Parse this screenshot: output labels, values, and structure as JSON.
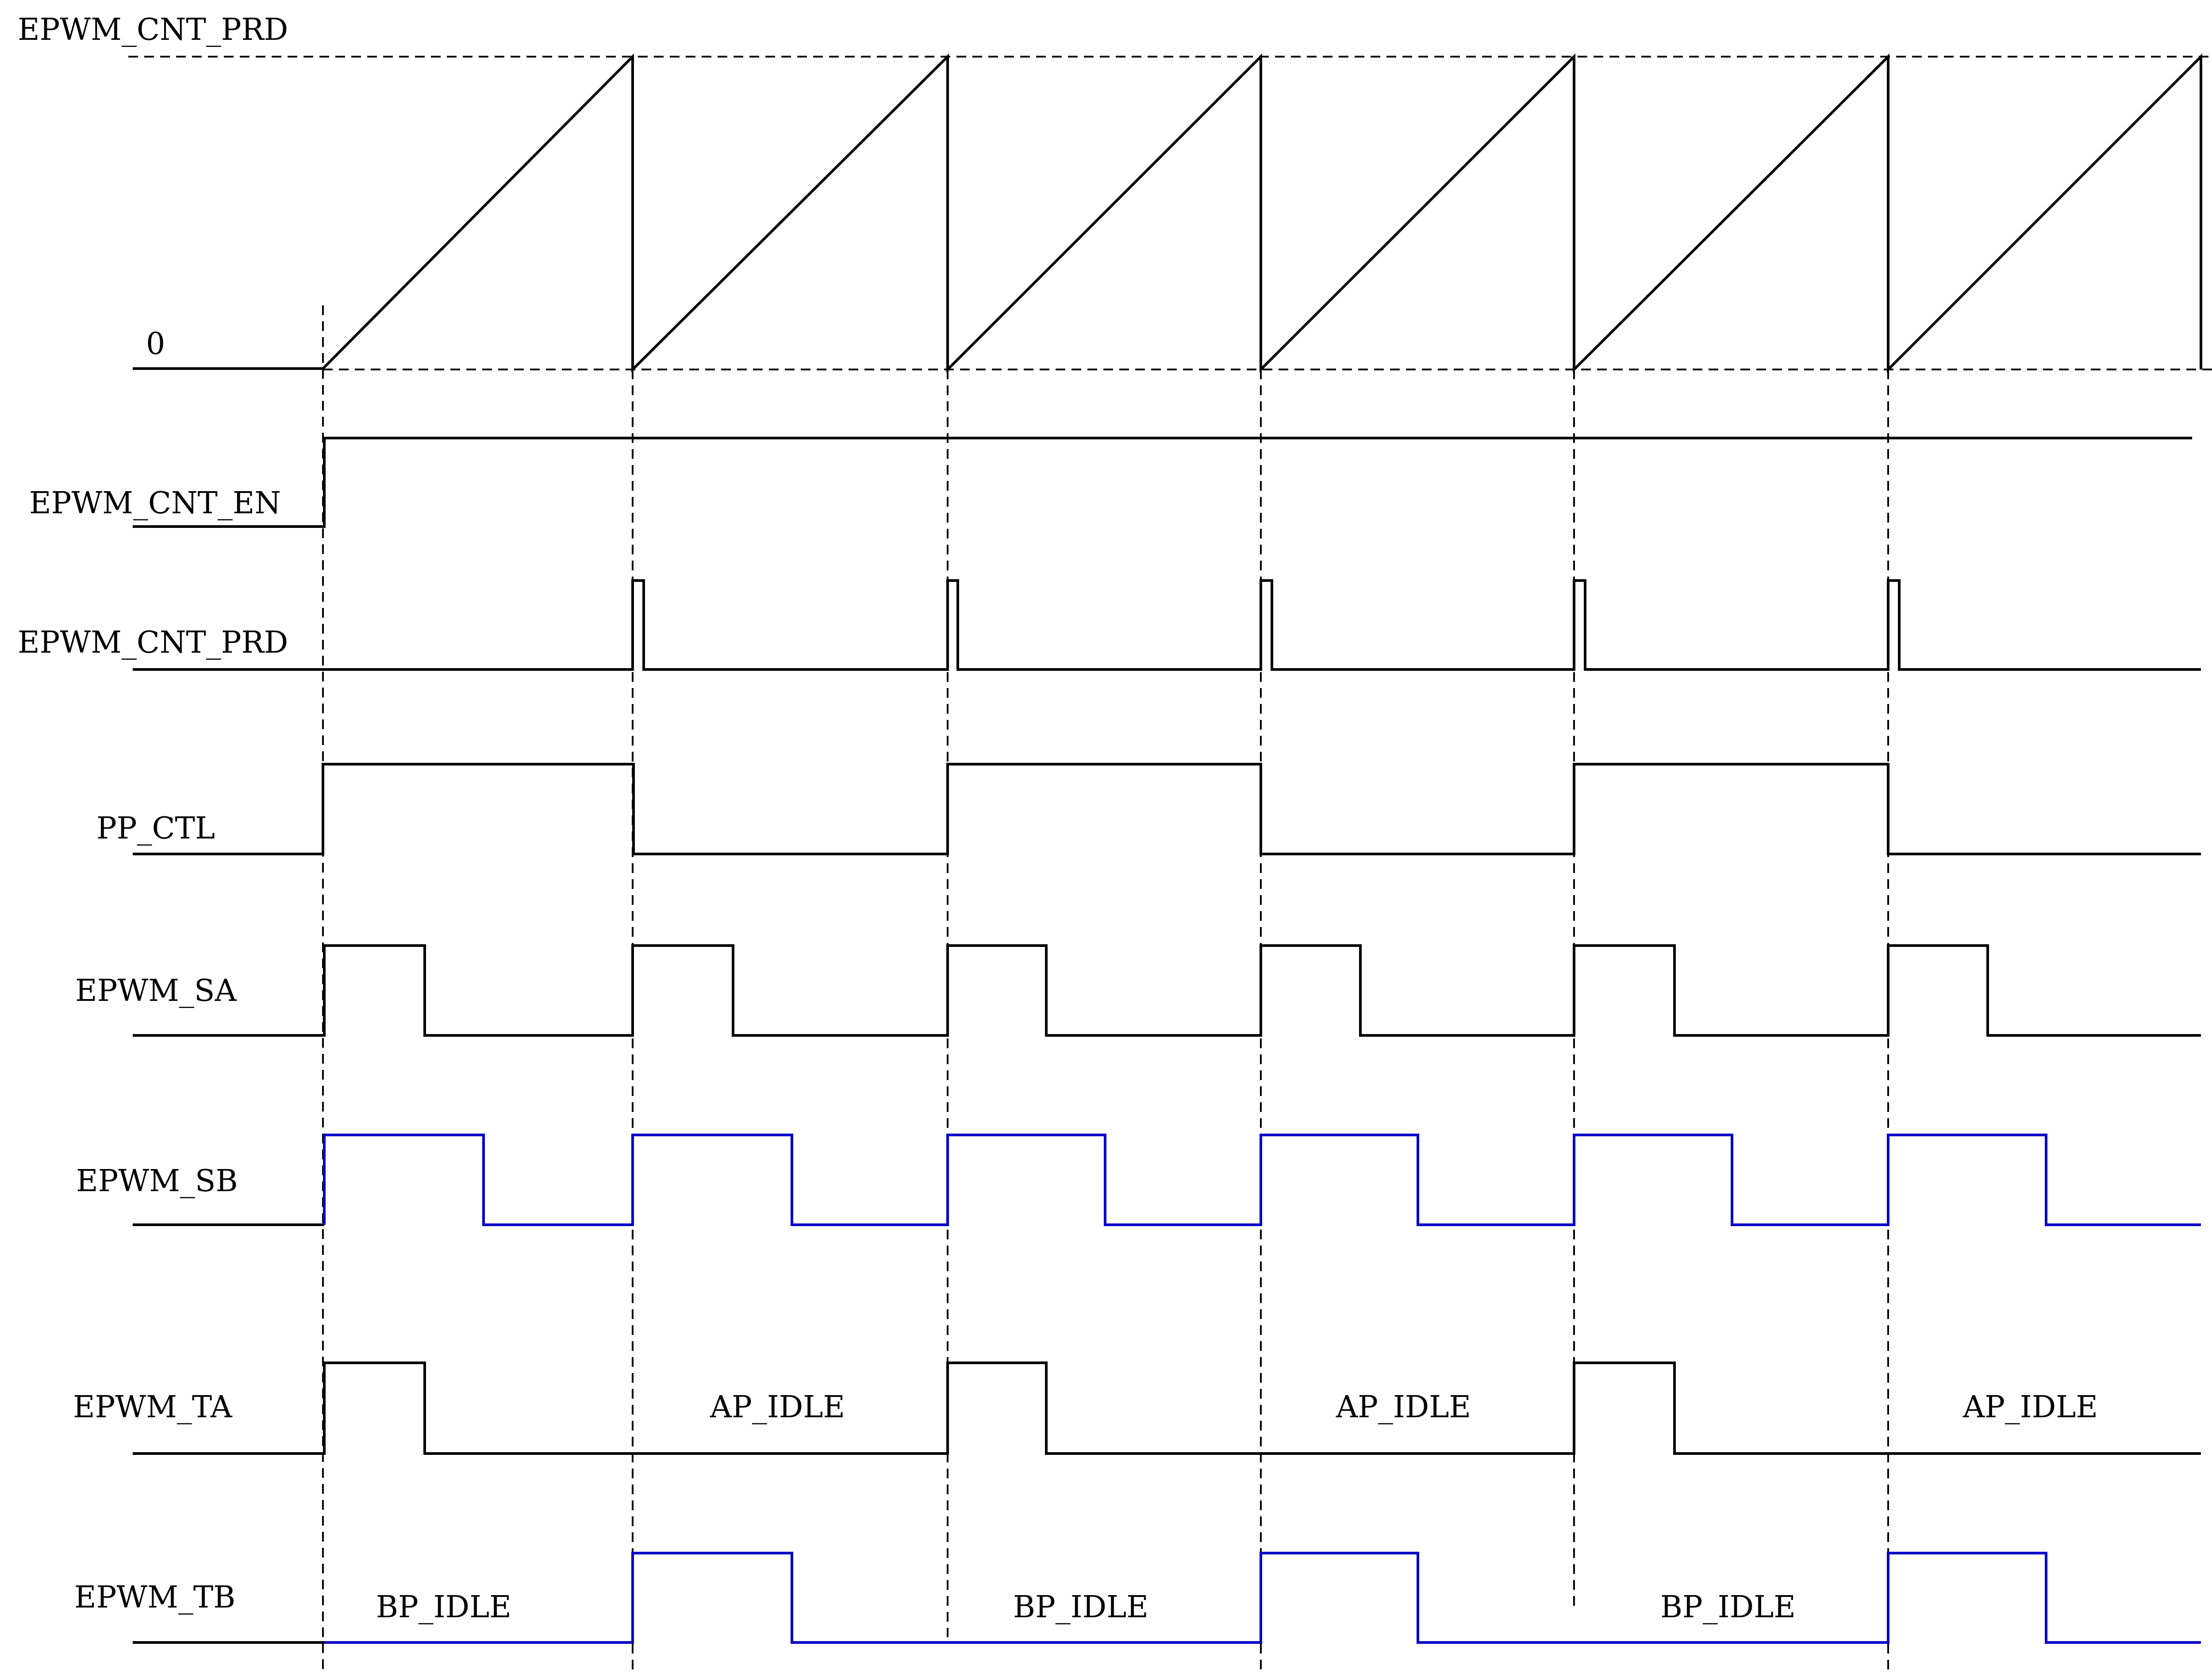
{
  "colors": {
    "black": "#000000",
    "blue": "#0000c8"
  },
  "labels": {
    "ramp_top": "EPWM_CNT_PRD",
    "ramp_zero": "0",
    "cnt_en": "EPWM_CNT_EN",
    "cnt_prd": "EPWM_CNT_PRD",
    "pp_ctl": "PP_CTL",
    "sa": "EPWM_SA",
    "sb": "EPWM_SB",
    "ta": "EPWM_TA",
    "tb": "EPWM_TB"
  },
  "idle": {
    "ap1": "AP_IDLE",
    "ap2": "AP_IDLE",
    "ap3": "AP_IDLE",
    "bp1": "BP_IDLE",
    "bp2": "BP_IDLE",
    "bp3": "BP_IDLE"
  }
}
